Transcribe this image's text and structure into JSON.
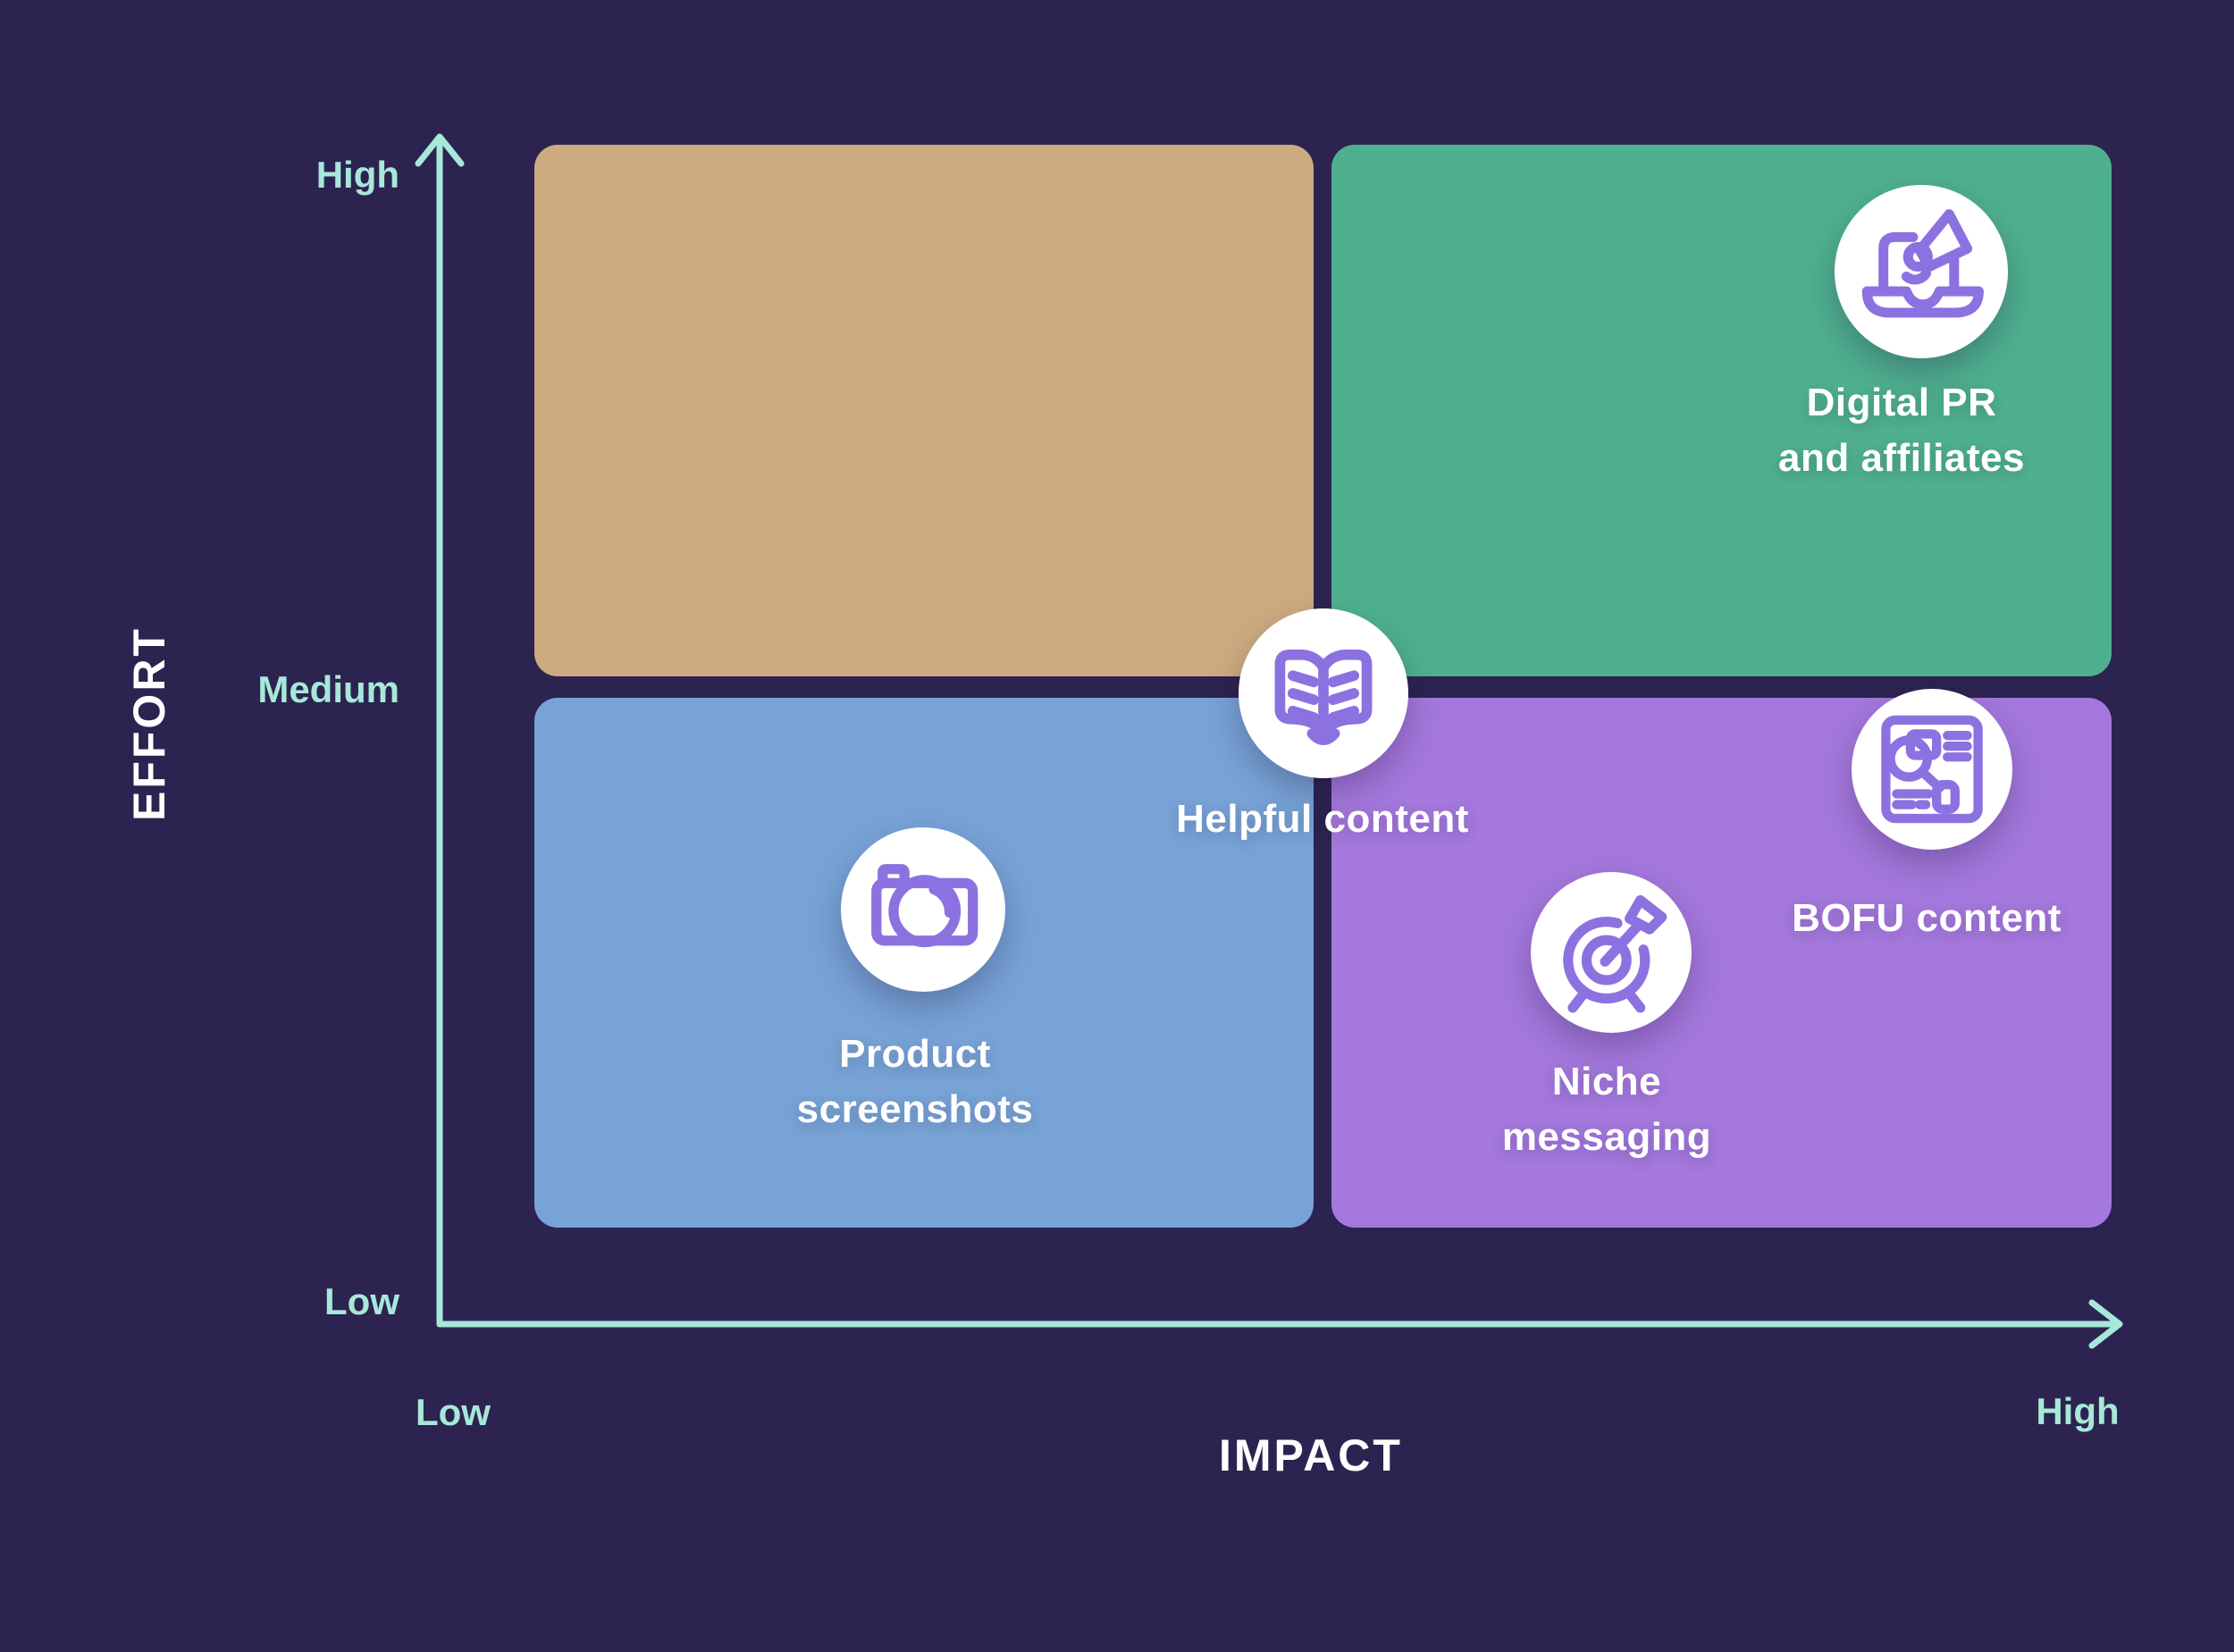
{
  "colors": {
    "background": "#2d2350",
    "quadrant-tan": "#cdab80",
    "quadrant-green": "#4fb08f",
    "quadrant-blue": "#78a3d6",
    "quadrant-purple": "#a478dc",
    "axis": "#a7e8d9",
    "icon-stroke": "#8b72e0",
    "label-text": "#ffffff"
  },
  "axes": {
    "y_title": "EFFORT",
    "x_title": "IMPACT",
    "y_tick_high": "High",
    "y_tick_medium": "Medium",
    "y_tick_low": "Low",
    "x_tick_low": "Low",
    "x_tick_high": "High"
  },
  "items": {
    "digital_pr": {
      "label": "Digital PR\nand affiliates",
      "icon": "laptop-megaphone-icon"
    },
    "helpful_content": {
      "label": "Helpful content",
      "icon": "open-book-icon"
    },
    "product_screenshots": {
      "label": "Product\nscreenshots",
      "icon": "camera-icon"
    },
    "niche_messaging": {
      "label": "Niche\nmessaging",
      "icon": "target-arrow-icon"
    },
    "bofu_content": {
      "label": "BOFU content",
      "icon": "page-magnifier-icon"
    }
  }
}
